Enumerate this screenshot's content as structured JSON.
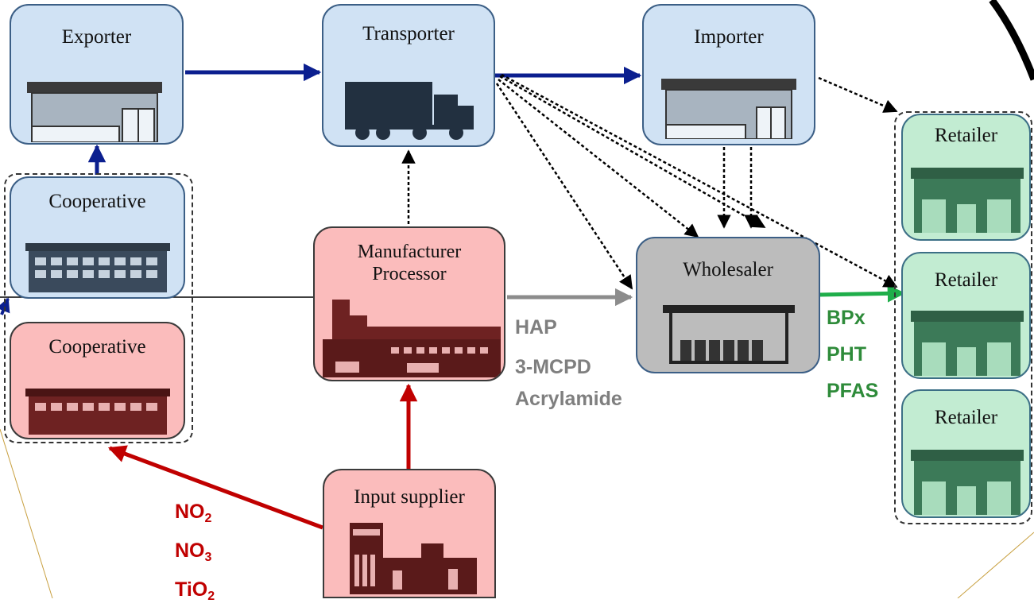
{
  "nodes": {
    "exporter": "Exporter",
    "transporter": "Transporter",
    "importer": "Importer",
    "cooperative_top": "Cooperative",
    "cooperative_bottom": "Cooperative",
    "manufacturer_line1": "Manufacturer",
    "manufacturer_line2": "Processor",
    "wholesaler": "Wholesaler",
    "input_supplier": "Input supplier",
    "retailer_1": "Retailer",
    "retailer_2": "Retailer",
    "retailer_3": "Retailer"
  },
  "contaminants": {
    "processing": [
      "HAP",
      "3-MCPD",
      "Acrylamide"
    ],
    "packaging": [
      "BPx",
      "PHT",
      "PFAS"
    ],
    "inputs": [
      {
        "base": "NO",
        "sub": "2"
      },
      {
        "base": "NO",
        "sub": "3"
      },
      {
        "base": "TiO",
        "sub": "2"
      }
    ]
  },
  "colors": {
    "blue_flow": "#0b1f8f",
    "red_flow": "#c00000",
    "gray_flow": "#8c8c8c",
    "green_flow": "#1fae4a",
    "blue_node": "#d0e2f4",
    "red_node": "#fbbcbc",
    "gray_node": "#bcbcbc",
    "green_node": "#c2ecd2"
  },
  "icons": [
    "warehouse-icon",
    "truck-icon",
    "factory-icon",
    "store-icon"
  ]
}
